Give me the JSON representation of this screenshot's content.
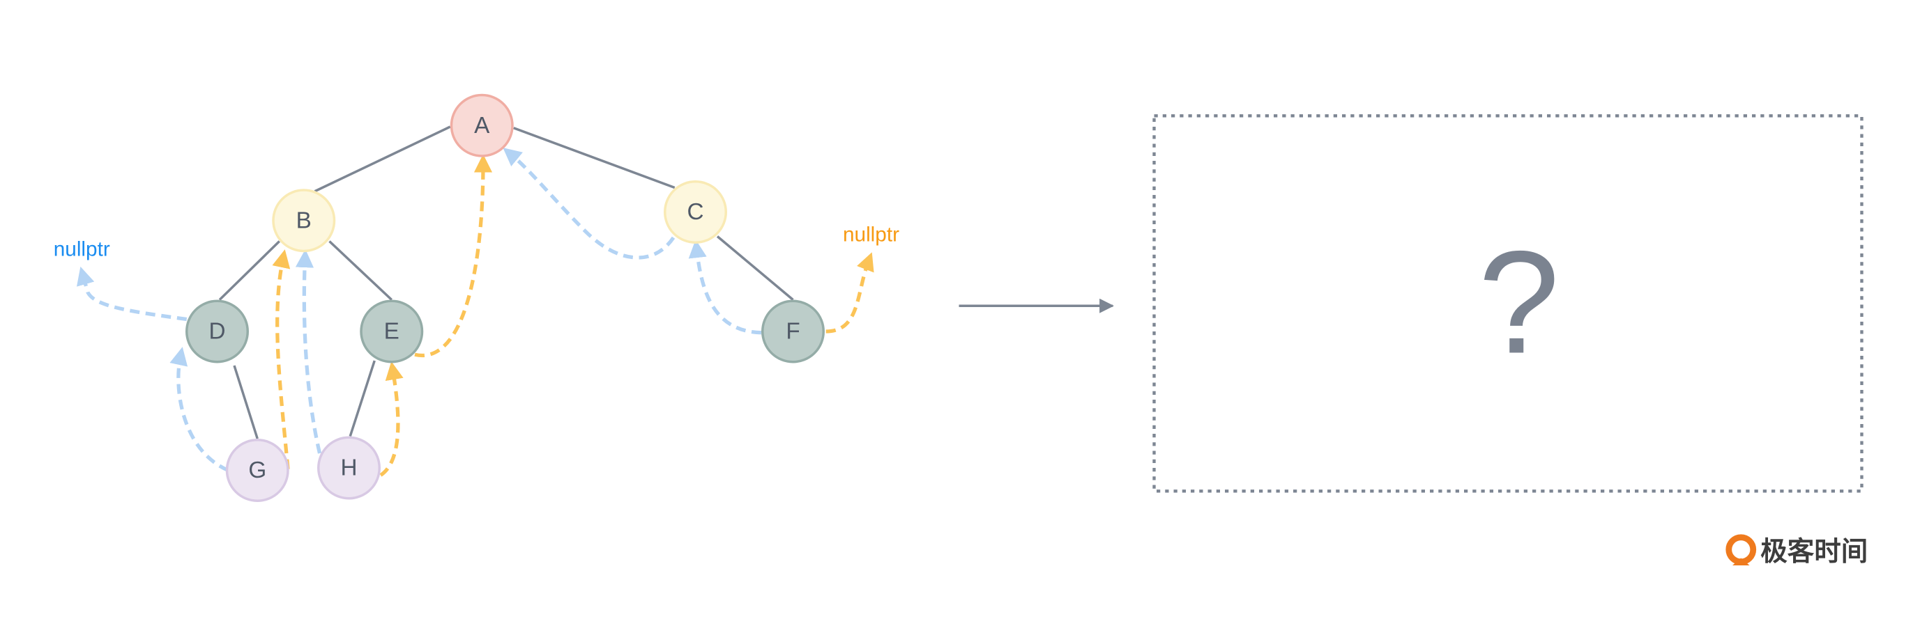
{
  "tree": {
    "nodes": [
      {
        "id": "A",
        "label": "A",
        "fill": "#f9dad6",
        "stroke": "#f0ada3"
      },
      {
        "id": "B",
        "label": "B",
        "fill": "#fdf7dd",
        "stroke": "#f9eab4"
      },
      {
        "id": "C",
        "label": "C",
        "fill": "#fdf7dd",
        "stroke": "#f9eab4"
      },
      {
        "id": "D",
        "label": "D",
        "fill": "#bccdc9",
        "stroke": "#94aca7"
      },
      {
        "id": "E",
        "label": "E",
        "fill": "#bccdc9",
        "stroke": "#94aca7"
      },
      {
        "id": "F",
        "label": "F",
        "fill": "#bccdc9",
        "stroke": "#94aca7"
      },
      {
        "id": "G",
        "label": "G",
        "fill": "#ede5f2",
        "stroke": "#d8c9e4"
      },
      {
        "id": "H",
        "label": "H",
        "fill": "#ede5f2",
        "stroke": "#d8c9e4"
      }
    ],
    "null_left": "nullptr",
    "null_right": "nullptr",
    "colors": {
      "left_thread": "#b3d3f4",
      "right_thread": "#fbc356",
      "null_left": "#1a8cf0",
      "null_right": "#f79a12"
    }
  },
  "result": {
    "placeholder": "?"
  },
  "brand": {
    "name": "极客时间"
  }
}
